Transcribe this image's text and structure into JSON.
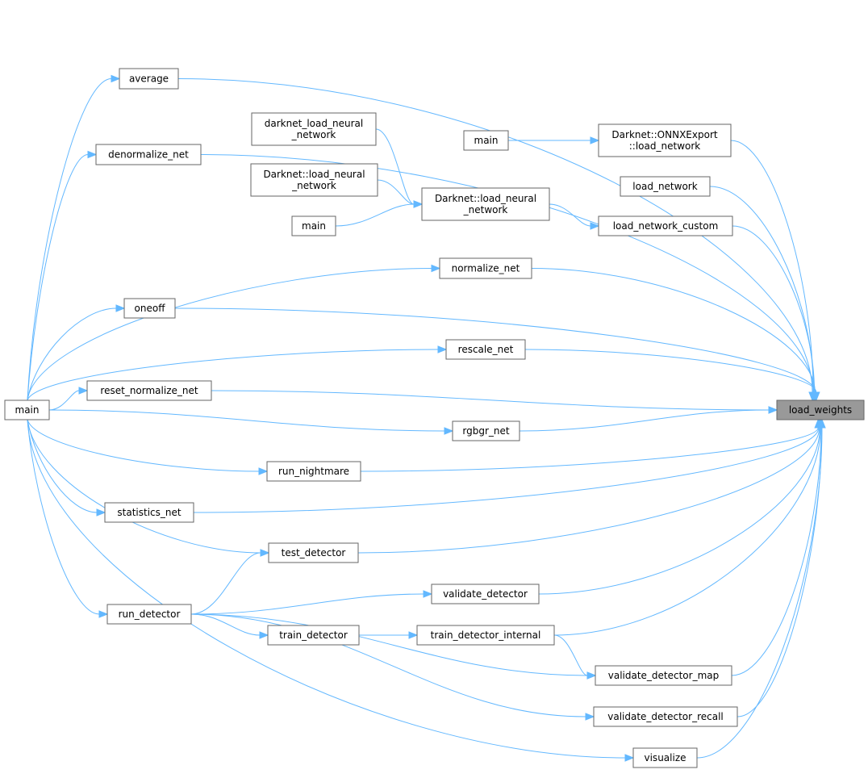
{
  "graph": {
    "title": "load_weights caller graph",
    "edge_color": "#63b8ff",
    "focus_fill": "#999999",
    "nodes": [
      {
        "id": "main_left",
        "lines": [
          "main"
        ]
      },
      {
        "id": "average",
        "lines": [
          "average"
        ]
      },
      {
        "id": "denormalize_net",
        "lines": [
          "denormalize_net"
        ]
      },
      {
        "id": "darknet_lnn",
        "lines": [
          "darknet_load_neural",
          "_network"
        ]
      },
      {
        "id": "dlnn_left",
        "lines": [
          "Darknet::load_neural",
          "_network"
        ]
      },
      {
        "id": "main_mid",
        "lines": [
          "main"
        ]
      },
      {
        "id": "dlnn_mid",
        "lines": [
          "Darknet::load_neural",
          "_network"
        ]
      },
      {
        "id": "main_top",
        "lines": [
          "main"
        ]
      },
      {
        "id": "onnx_load_network",
        "lines": [
          "Darknet::ONNXExport",
          "::load_network"
        ]
      },
      {
        "id": "load_network",
        "lines": [
          "load_network"
        ]
      },
      {
        "id": "load_network_custom",
        "lines": [
          "load_network_custom"
        ]
      },
      {
        "id": "normalize_net",
        "lines": [
          "normalize_net"
        ]
      },
      {
        "id": "oneoff",
        "lines": [
          "oneoff"
        ]
      },
      {
        "id": "rescale_net",
        "lines": [
          "rescale_net"
        ]
      },
      {
        "id": "reset_normalize_net",
        "lines": [
          "reset_normalize_net"
        ]
      },
      {
        "id": "load_weights",
        "lines": [
          "load_weights"
        ],
        "focus": true
      },
      {
        "id": "rgbgr_net",
        "lines": [
          "rgbgr_net"
        ]
      },
      {
        "id": "run_nightmare",
        "lines": [
          "run_nightmare"
        ]
      },
      {
        "id": "statistics_net",
        "lines": [
          "statistics_net"
        ]
      },
      {
        "id": "test_detector",
        "lines": [
          "test_detector"
        ]
      },
      {
        "id": "validate_detector",
        "lines": [
          "validate_detector"
        ]
      },
      {
        "id": "run_detector",
        "lines": [
          "run_detector"
        ]
      },
      {
        "id": "train_detector",
        "lines": [
          "train_detector"
        ]
      },
      {
        "id": "train_detector_internal",
        "lines": [
          "train_detector_internal"
        ]
      },
      {
        "id": "validate_detector_map",
        "lines": [
          "validate_detector_map"
        ]
      },
      {
        "id": "validate_detector_recall",
        "lines": [
          "validate_detector_recall"
        ]
      },
      {
        "id": "visualize",
        "lines": [
          "visualize"
        ]
      }
    ],
    "edges": [
      [
        "average",
        "load_weights"
      ],
      [
        "denormalize_net",
        "load_weights"
      ],
      [
        "onnx_load_network",
        "load_weights"
      ],
      [
        "load_network",
        "load_weights"
      ],
      [
        "load_network_custom",
        "load_weights"
      ],
      [
        "normalize_net",
        "load_weights"
      ],
      [
        "oneoff",
        "load_weights"
      ],
      [
        "rescale_net",
        "load_weights"
      ],
      [
        "reset_normalize_net",
        "load_weights"
      ],
      [
        "rgbgr_net",
        "load_weights"
      ],
      [
        "run_nightmare",
        "load_weights"
      ],
      [
        "statistics_net",
        "load_weights"
      ],
      [
        "test_detector",
        "load_weights"
      ],
      [
        "validate_detector",
        "load_weights"
      ],
      [
        "train_detector_internal",
        "load_weights"
      ],
      [
        "validate_detector_map",
        "load_weights"
      ],
      [
        "validate_detector_recall",
        "load_weights"
      ],
      [
        "visualize",
        "load_weights"
      ],
      [
        "main_top",
        "onnx_load_network"
      ],
      [
        "dlnn_mid",
        "load_network_custom"
      ],
      [
        "darknet_lnn",
        "dlnn_mid"
      ],
      [
        "dlnn_left",
        "dlnn_mid"
      ],
      [
        "main_mid",
        "dlnn_mid"
      ],
      [
        "main_left",
        "average"
      ],
      [
        "main_left",
        "denormalize_net"
      ],
      [
        "main_left",
        "normalize_net"
      ],
      [
        "main_left",
        "oneoff"
      ],
      [
        "main_left",
        "rescale_net"
      ],
      [
        "main_left",
        "reset_normalize_net"
      ],
      [
        "main_left",
        "rgbgr_net"
      ],
      [
        "main_left",
        "run_nightmare"
      ],
      [
        "main_left",
        "statistics_net"
      ],
      [
        "main_left",
        "test_detector"
      ],
      [
        "main_left",
        "run_detector"
      ],
      [
        "main_left",
        "visualize"
      ],
      [
        "run_detector",
        "test_detector"
      ],
      [
        "run_detector",
        "validate_detector"
      ],
      [
        "run_detector",
        "train_detector"
      ],
      [
        "run_detector",
        "validate_detector_map"
      ],
      [
        "run_detector",
        "validate_detector_recall"
      ],
      [
        "train_detector",
        "train_detector_internal"
      ],
      [
        "train_detector_internal",
        "validate_detector_map"
      ]
    ]
  }
}
